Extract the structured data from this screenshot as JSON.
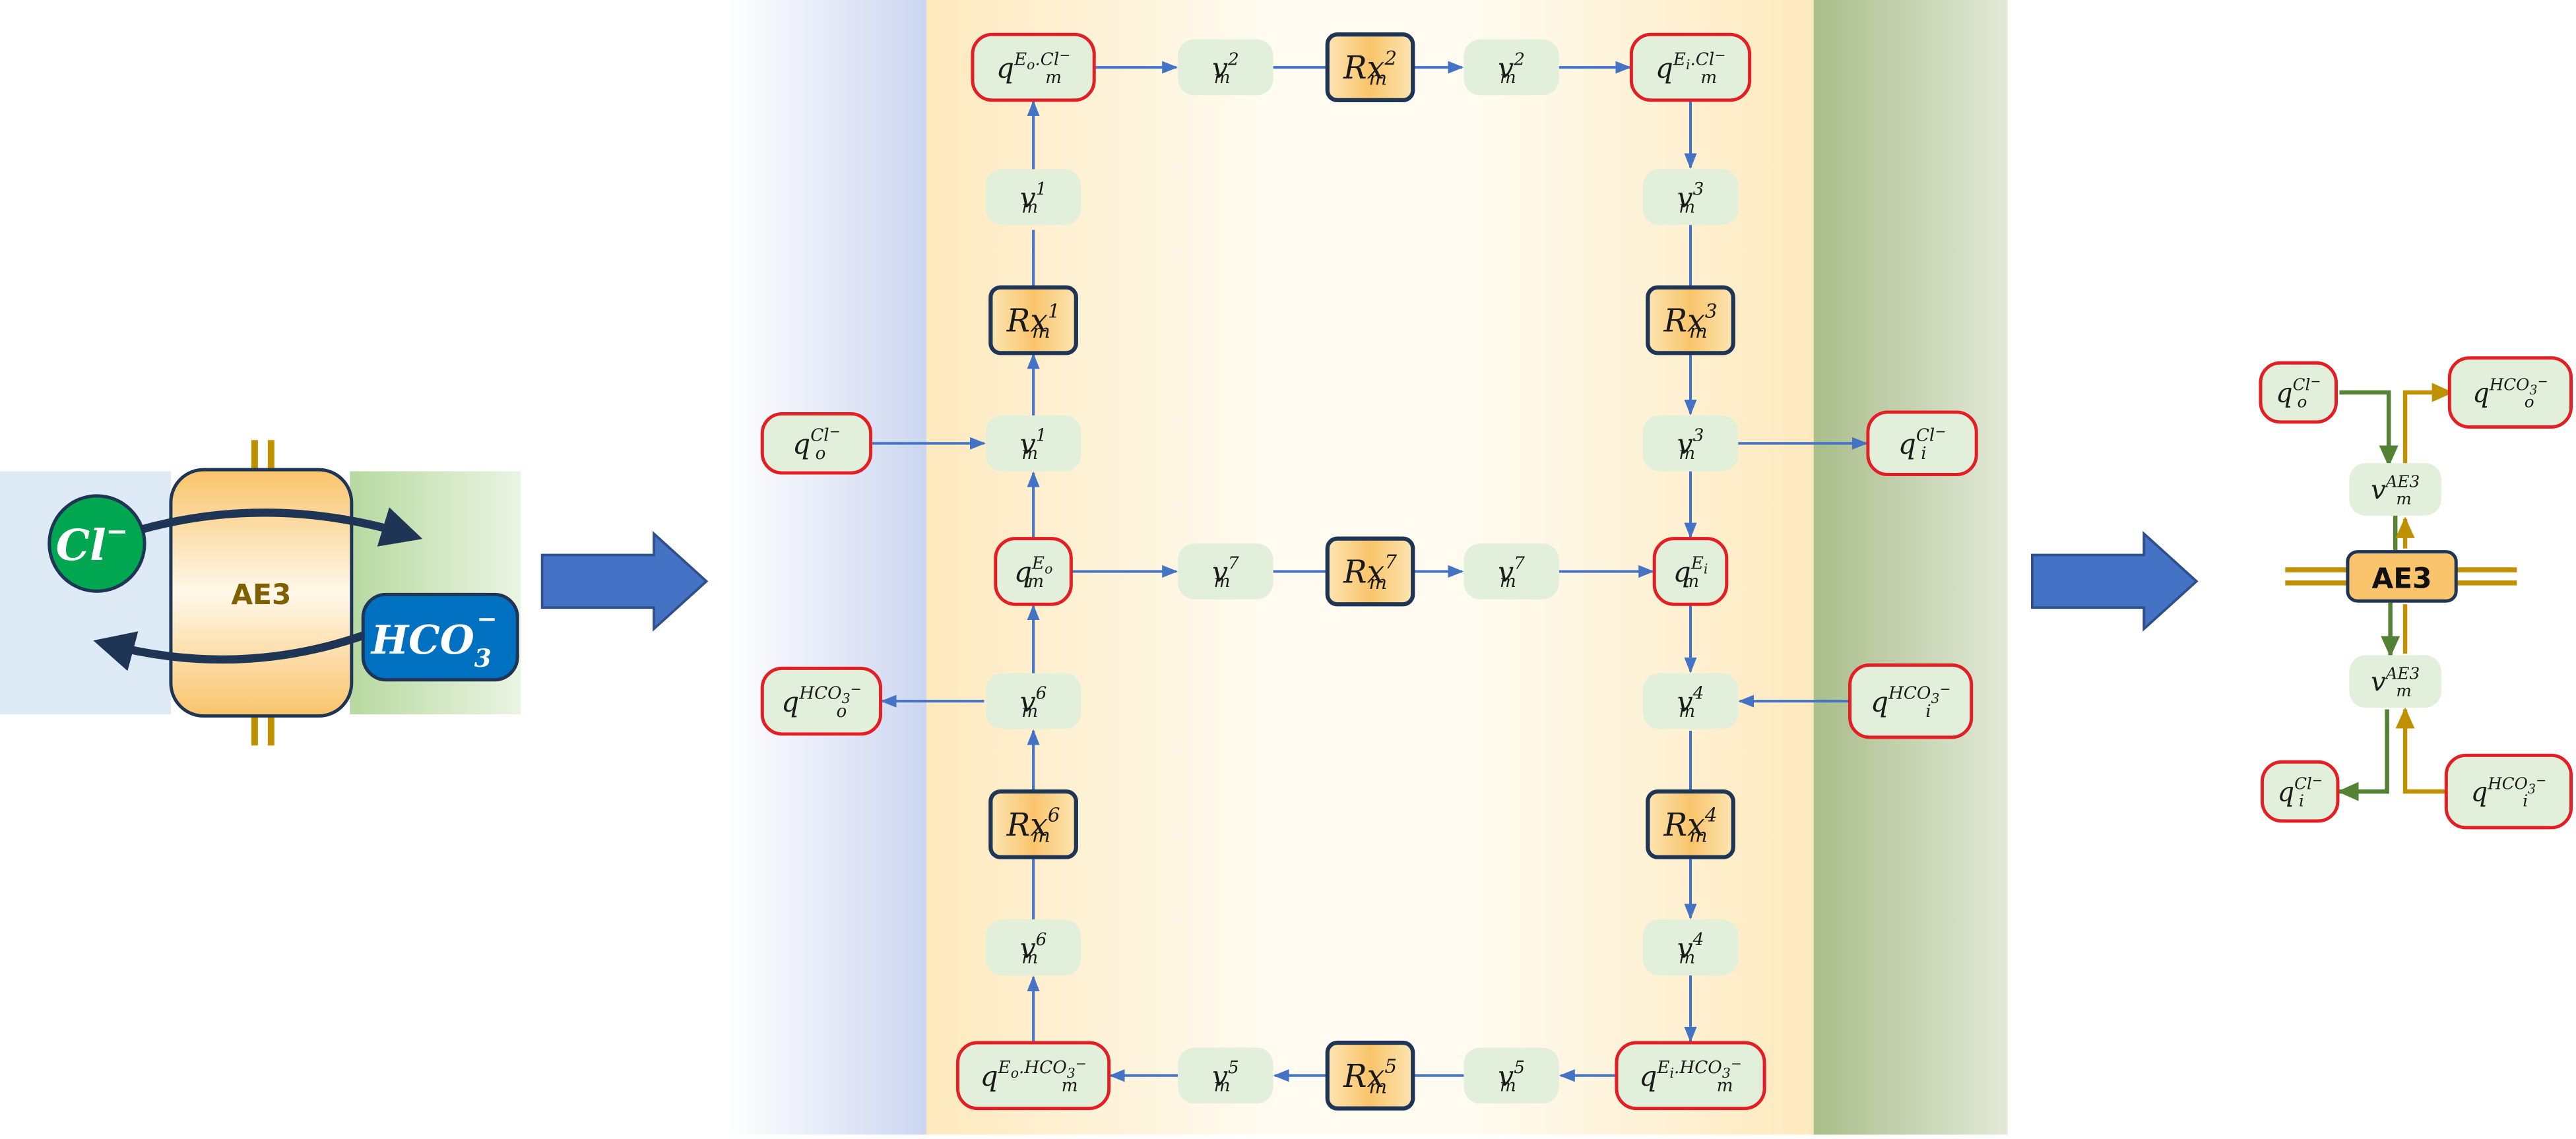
{
  "schematic": {
    "transporter_label": "AE3",
    "chloride_label": "Cl",
    "chloride_charge": "−",
    "bicarbonate_base": "HCO",
    "bicarbonate_sub": "3",
    "bicarbonate_charge": "−"
  },
  "bond_graph": {
    "q_E_o_Cl": {
      "base": "q",
      "sub": "m",
      "sup": "E",
      "sup_sub": "o",
      "sup_tail": ".Cl",
      "sup_charge": "−"
    },
    "v2_a": {
      "base": "v",
      "sub": "m",
      "sup": "2"
    },
    "Rx2": {
      "base": "Rx",
      "sub": "m",
      "sup": "2"
    },
    "v2_b": {
      "base": "v",
      "sub": "m",
      "sup": "2"
    },
    "q_E_i_Cl": {
      "base": "q",
      "sub": "m",
      "sup": "E",
      "sup_sub": "i",
      "sup_tail": ".Cl",
      "sup_charge": "−"
    },
    "v1_top": {
      "base": "v",
      "sub": "m",
      "sup": "1"
    },
    "Rx1": {
      "base": "Rx",
      "sub": "m",
      "sup": "1"
    },
    "v1_bot": {
      "base": "v",
      "sub": "m",
      "sup": "1"
    },
    "v3_top": {
      "base": "v",
      "sub": "m",
      "sup": "3"
    },
    "Rx3": {
      "base": "Rx",
      "sub": "m",
      "sup": "3"
    },
    "v3_bot": {
      "base": "v",
      "sub": "m",
      "sup": "3"
    },
    "q_o_Cl": {
      "base": "q",
      "sub": "o",
      "sup": "Cl",
      "sup_charge": "−"
    },
    "q_i_Cl": {
      "base": "q",
      "sub": "i",
      "sup": "Cl",
      "sup_charge": "−"
    },
    "q_E_o": {
      "base": "q",
      "sub": "m",
      "sup": "E",
      "sup_sub": "o"
    },
    "v7_a": {
      "base": "v",
      "sub": "m",
      "sup": "7"
    },
    "Rx7": {
      "base": "Rx",
      "sub": "m",
      "sup": "7"
    },
    "v7_b": {
      "base": "v",
      "sub": "m",
      "sup": "7"
    },
    "q_E_i": {
      "base": "q",
      "sub": "m",
      "sup": "E",
      "sup_sub": "i"
    },
    "q_o_HCO3": {
      "base": "q",
      "sub": "o",
      "sup": "HCO",
      "sup_sub": "3",
      "sup_charge": "−"
    },
    "v6_top": {
      "base": "v",
      "sub": "m",
      "sup": "6"
    },
    "Rx6": {
      "base": "Rx",
      "sub": "m",
      "sup": "6"
    },
    "v6_bot": {
      "base": "v",
      "sub": "m",
      "sup": "6"
    },
    "v4_top": {
      "base": "v",
      "sub": "m",
      "sup": "4"
    },
    "Rx4": {
      "base": "Rx",
      "sub": "m",
      "sup": "4"
    },
    "v4_bot": {
      "base": "v",
      "sub": "m",
      "sup": "4"
    },
    "q_i_HCO3": {
      "base": "q",
      "sub": "i",
      "sup": "HCO",
      "sup_sub": "3",
      "sup_charge": "−"
    },
    "q_E_o_HCO3": {
      "base": "q",
      "sub": "m",
      "sup": "E",
      "sup_sub": "o",
      "sup_tail": ".HCO",
      "sup_tail_sub": "3",
      "sup_charge": "−"
    },
    "v5_a": {
      "base": "v",
      "sub": "m",
      "sup": "5"
    },
    "Rx5": {
      "base": "Rx",
      "sub": "m",
      "sup": "5"
    },
    "v5_b": {
      "base": "v",
      "sub": "m",
      "sup": "5"
    },
    "q_E_i_HCO3": {
      "base": "q",
      "sub": "m",
      "sup": "E",
      "sup_sub": "i",
      "sup_tail": ".HCO",
      "sup_tail_sub": "3",
      "sup_charge": "−"
    }
  },
  "reduced": {
    "transporter_label": "AE3",
    "q_o_Cl": {
      "base": "q",
      "sub": "o",
      "sup": "Cl",
      "sup_charge": "−"
    },
    "q_o_HCO3": {
      "base": "q",
      "sub": "o",
      "sup": "HCO",
      "sup_sub": "3",
      "sup_charge": "−"
    },
    "v_AE3_top": {
      "base": "v",
      "sub": "m",
      "sup": "AE3"
    },
    "v_AE3_bot": {
      "base": "v",
      "sub": "m",
      "sup": "AE3"
    },
    "q_i_Cl": {
      "base": "q",
      "sub": "i",
      "sup": "Cl",
      "sup_charge": "−"
    },
    "q_i_HCO3": {
      "base": "q",
      "sub": "i",
      "sup": "HCO",
      "sup_sub": "3",
      "sup_charge": "−"
    }
  },
  "colors": {
    "red_outline": "#e31e24",
    "green_node": "#e2efda",
    "reaction_fill": "#f9c46b",
    "navy": "#1f3556",
    "blue_arrow": "#4472c4",
    "link_blue": "#4472c4",
    "green_path": "#548235",
    "gold_path": "#bf9000",
    "chloride_fill": "#00a650",
    "bicarbonate_fill": "#0070c0",
    "ae3_text": "#7f6000"
  }
}
